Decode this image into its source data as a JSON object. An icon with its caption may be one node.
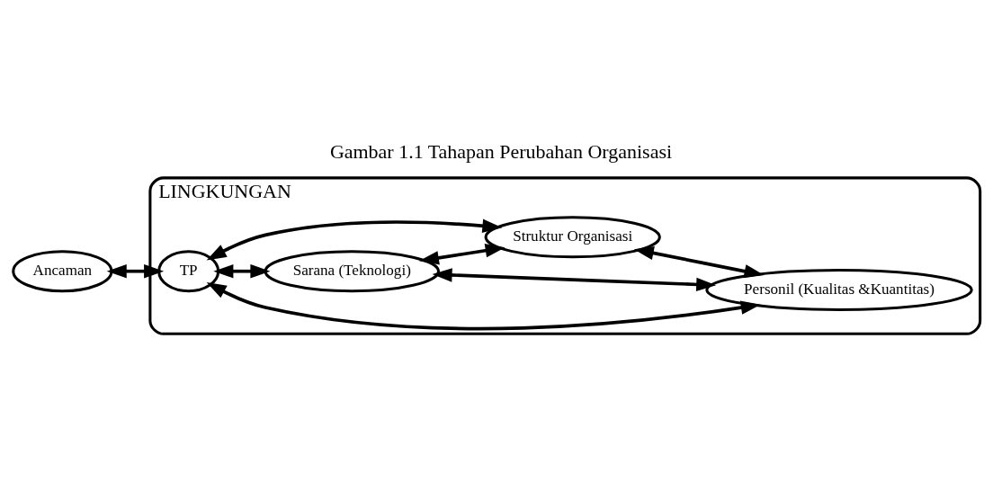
{
  "diagram": {
    "title": "Gambar 1.1 Tahapan Perubahan Organisasi",
    "nodes": [
      {
        "text": [
          "LINGKUNGAN"
        ]
      },
      {
        "text": [
          "Sarana (Teknologi)"
        ],
        "in": 0
      },
      {
        "text": [
          "Ancaman"
        ]
      },
      {
        "text": [
          "TP"
        ],
        "in": 0
      },
      {
        "text": [
          "Personil (Kualitas &Kuantitas)"
        ],
        "in": 0
      },
      {
        "text": [
          "Struktur Organisasi"
        ],
        "in": 0
      }
    ],
    "edges": [
      {
        "from": 2,
        "to": 3,
        "arrow": "both"
      },
      {
        "from": 3,
        "to": 1,
        "arrow": "both"
      },
      {
        "from": 1,
        "to": 4,
        "arrow": "both"
      },
      {
        "from": 3,
        "to": 5,
        "arrow": "both"
      },
      {
        "from": 5,
        "to": 4,
        "arrow": "both"
      },
      {
        "from": 1,
        "to": 5,
        "arrow": "both"
      },
      {
        "from": 3,
        "to": 4,
        "arrow": "both"
      }
    ]
  }
}
